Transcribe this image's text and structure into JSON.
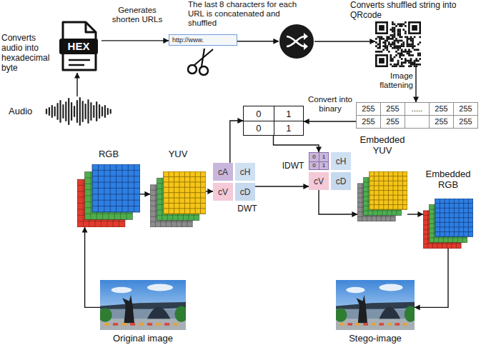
{
  "diagram": {
    "nodes": [
      {
        "text": [
          "Converts audio into hexadecimal byte",
          "HEX"
        ]
      },
      {
        "text": [
          "Audio"
        ]
      },
      {
        "text": [
          "http://www."
        ]
      },
      {
        "text": [
          "The last 8 characters for each URL is concatenated and shuffled"
        ]
      },
      {
        "text": [
          "Converts shuffled string into QRcode"
        ]
      },
      {
        "text": [
          "255",
          "255",
          ".....",
          "255",
          "255",
          "255",
          "255",
          "255",
          "255"
        ]
      },
      {
        "text": [
          "0",
          "1",
          "0",
          "1"
        ]
      },
      {
        "text": [
          "cA"
        ]
      },
      {
        "text": [
          "cH"
        ]
      },
      {
        "text": [
          "cV"
        ]
      },
      {
        "text": [
          "cD"
        ]
      },
      {
        "text": [
          "0",
          "1",
          "0",
          "1"
        ]
      },
      {
        "text": [
          "cH"
        ]
      },
      {
        "text": [
          "cV"
        ]
      },
      {
        "text": [
          "cD"
        ]
      },
      {
        "text": [
          "RGB"
        ]
      },
      {
        "text": [
          "YUV"
        ]
      },
      {
        "text": [
          "Embedded YUV"
        ]
      },
      {
        "text": [
          "Embedded RGB"
        ]
      },
      {
        "text": [
          "Original image"
        ]
      },
      {
        "text": [
          "Stego-image"
        ]
      }
    ],
    "edges": [
      {
        "from": 1,
        "to": 0,
        "arrow": "to"
      },
      {
        "from": 0,
        "to": 2,
        "label": "Generates shorten URLs",
        "arrow": "to"
      },
      {
        "from": 2,
        "to": 3,
        "arrow": "to"
      },
      {
        "from": 3,
        "to": 4,
        "arrow": "to"
      },
      {
        "from": 4,
        "to": 5,
        "label": "Image flattening",
        "arrow": "to"
      },
      {
        "from": 5,
        "to": 6,
        "label": "Convert into binary",
        "arrow": "to"
      },
      {
        "from": 7,
        "to": 6,
        "arrow": "to"
      },
      {
        "from": 6,
        "to": 11,
        "arrow": "to"
      },
      {
        "from": 10,
        "to": 13,
        "arrow": "to"
      },
      {
        "from": 15,
        "to": 16,
        "arrow": "to"
      },
      {
        "from": 16,
        "to": 9,
        "arrow": "to"
      },
      {
        "from": 13,
        "to": 17,
        "arrow": "to"
      },
      {
        "from": 17,
        "to": 18,
        "arrow": "to"
      },
      {
        "from": 18,
        "to": 20,
        "arrow": "to"
      },
      {
        "from": 19,
        "to": 15,
        "arrow": "to"
      }
    ],
    "labels": [
      "DWT",
      "IDWT"
    ]
  }
}
